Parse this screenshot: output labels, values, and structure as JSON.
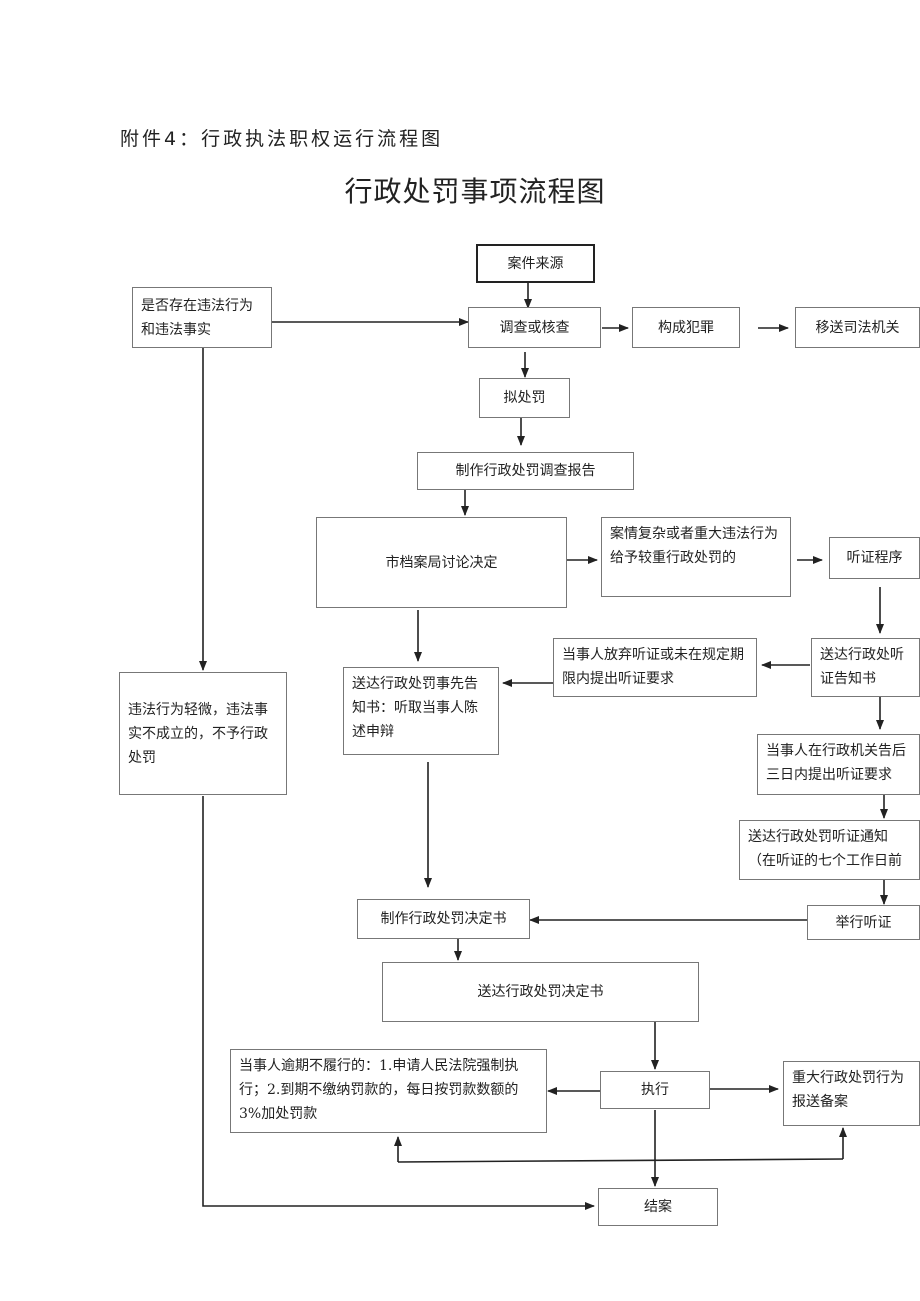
{
  "header": {
    "attachment": "附件4：行政执法职权运行流程图",
    "title": "行政处罚事项流程图"
  },
  "boxes": {
    "source": "案件来源",
    "exists_question": "是否存在违法行为和违法事实",
    "investigate": "调查或核查",
    "crime": "构成犯罪",
    "transfer": "移送司法机关",
    "propose": "拟处罚",
    "report": "制作行政处罚调查报告",
    "bureau_decide": "市档案局讨论决定",
    "complex_case": "案情复杂或者重大违法行为给予较重行政处罚的",
    "hearing_procedure": "听证程序",
    "minor": "违法行为轻微，违法事实不成立的，不予行政处罚",
    "notify_prior": "送达行政处罚事先告知书：听取当事人陈述申辩",
    "waive_hearing": "当事人放弃听证或未在规定期限内提出听证要求",
    "hearing_notice": "送达行政处听证告知书",
    "party_request": "当事人在行政机关告后三日内提出听证要求",
    "hearing_notify": "送达行政处罚听证通知（在听证的七个工作日前",
    "hold_hearing": "举行听证",
    "make_decision": "制作行政处罚决定书",
    "deliver_decision": "送达行政处罚决定书",
    "overdue": "当事人逾期不履行的：1.申请人民法院强制执行；2.到期不缴纳罚款的，每日按罚款数额的3%加处罚款",
    "execute": "执行",
    "major_report": "重大行政处罚行为报送备案",
    "close": "结案"
  }
}
